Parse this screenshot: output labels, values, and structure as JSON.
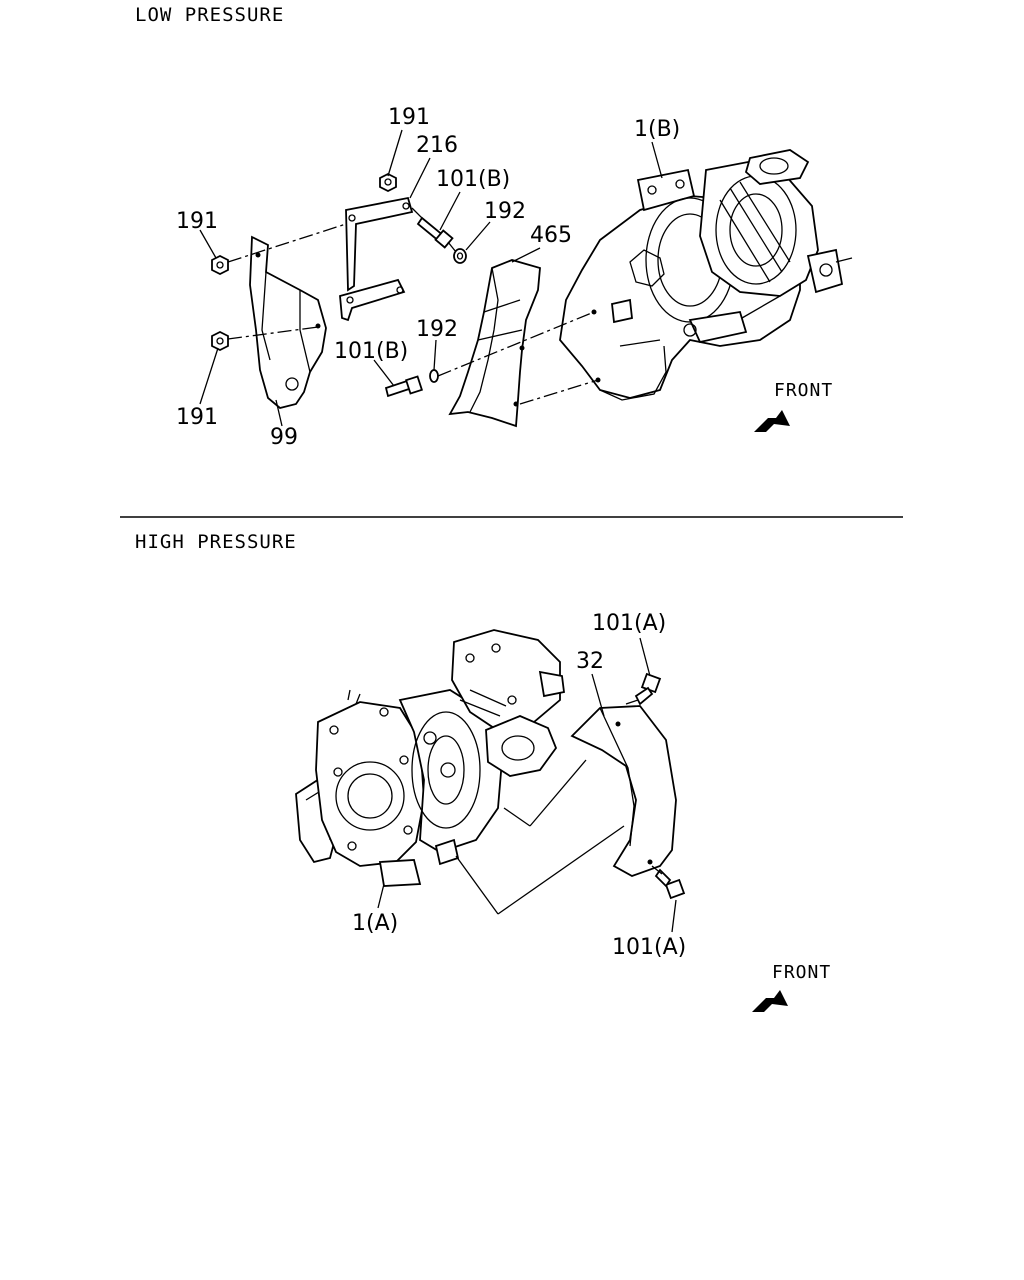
{
  "sections": {
    "low": {
      "title": "LOW PRESSURE",
      "front": "FRONT"
    },
    "high": {
      "title": "HIGH PRESSURE",
      "front": "FRONT"
    }
  },
  "callouts": {
    "low": {
      "c191_top": "191",
      "c216": "216",
      "c101b_top": "101(B)",
      "c1b": "1(B)",
      "c191_left": "191",
      "c192_top": "192",
      "c465": "465",
      "c192_mid": "192",
      "c101b_mid": "101(B)",
      "c191_bottom": "191",
      "c99": "99"
    },
    "high": {
      "c101a_top": "101(A)",
      "c32": "32",
      "c1a": "1(A)",
      "c101a_bottom": "101(A)"
    }
  }
}
